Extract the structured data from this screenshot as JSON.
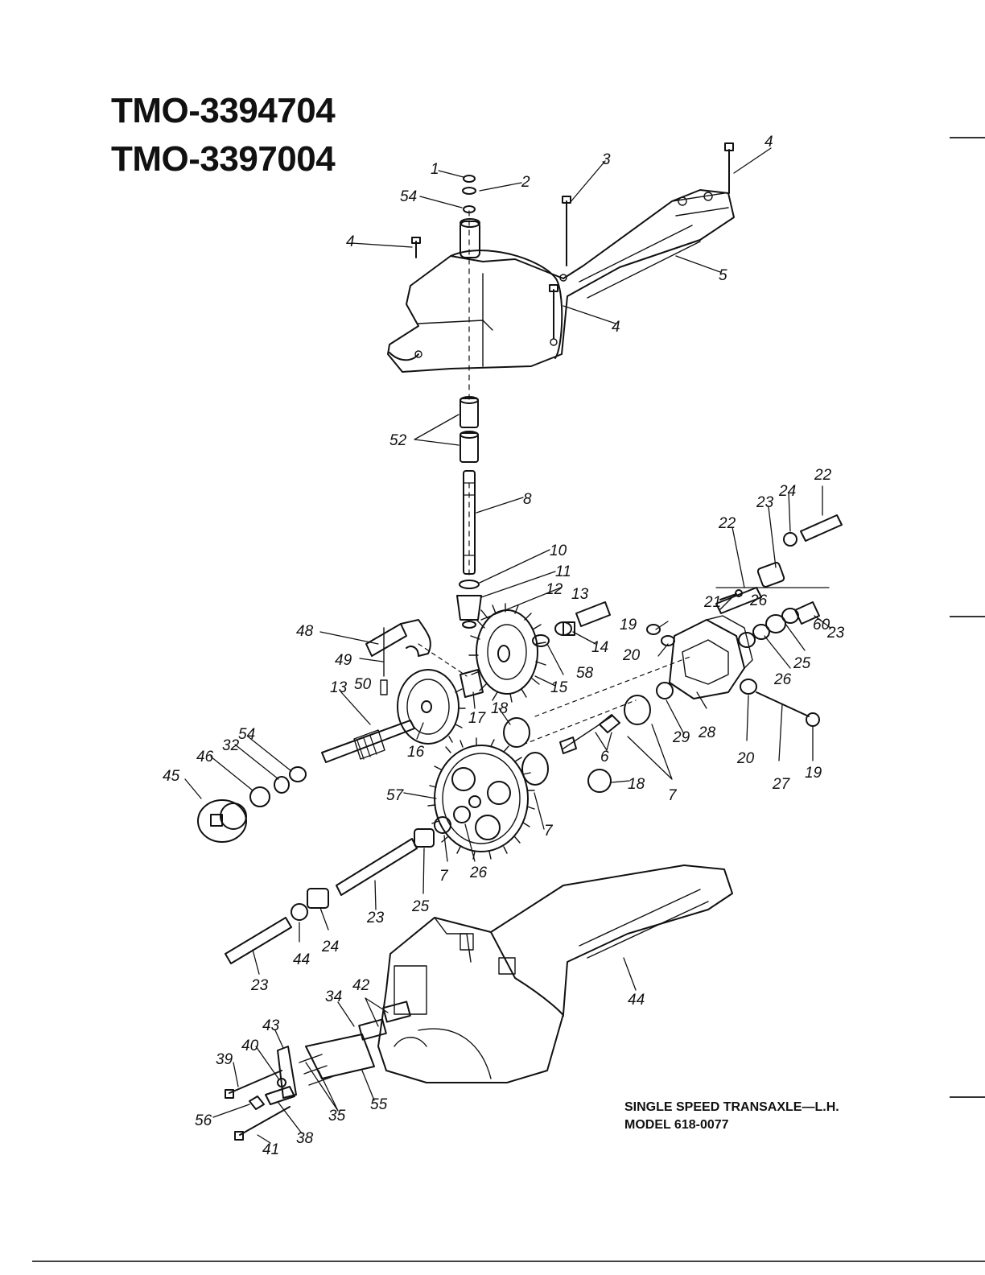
{
  "header": {
    "title_line_1": "TMO-3394704",
    "title_line_2": "TMO-3397004"
  },
  "caption": {
    "line_1": "SINGLE SPEED TRANSAXLE—L.H.",
    "line_2": "MODEL 618-0077"
  },
  "callouts": [
    "1",
    "2",
    "54",
    "3",
    "4",
    "4",
    "5",
    "4",
    "52",
    "8",
    "10",
    "11",
    "12",
    "13",
    "14",
    "58",
    "15",
    "22",
    "23",
    "24",
    "22",
    "21",
    "26",
    "23",
    "25",
    "60",
    "26",
    "19",
    "20",
    "28",
    "20",
    "27",
    "19",
    "48",
    "49",
    "50",
    "13",
    "16",
    "17",
    "18",
    "54",
    "32",
    "46",
    "45",
    "6",
    "7",
    "29",
    "18",
    "7",
    "57",
    "7",
    "26",
    "25",
    "23",
    "44",
    "24",
    "23",
    "44",
    "34",
    "42",
    "43",
    "40",
    "39",
    "56",
    "38",
    "35",
    "55",
    "41",
    "56"
  ],
  "colors": {
    "ink": "#111111",
    "paper": "#ffffff"
  }
}
